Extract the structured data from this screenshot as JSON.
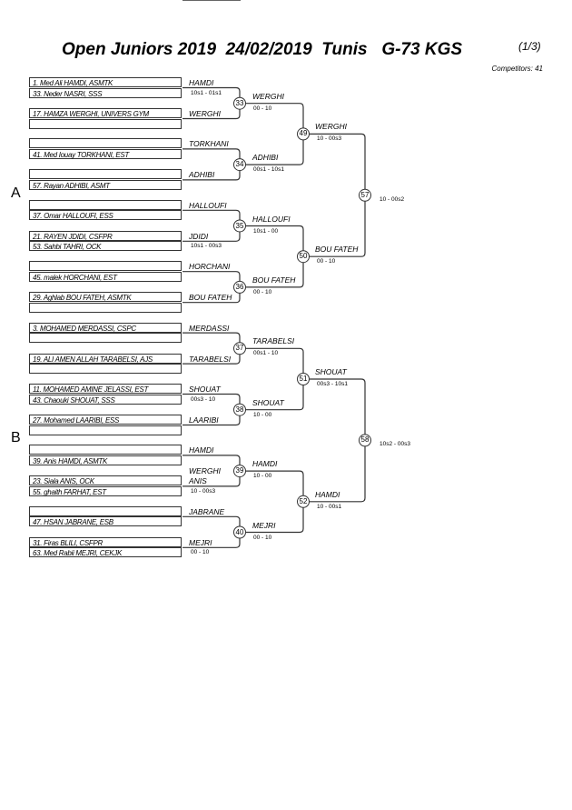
{
  "header": {
    "title": "Open Juniors 2019  24/02/2019  Tunis   G-73 KGS",
    "page": "(1/3)",
    "competitors": "Competitors: 41"
  },
  "pools": [
    "A",
    "B"
  ],
  "round1": [
    {
      "match": "33",
      "entries": [
        {
          "rows": [
            "1. Med Ali HAMDI, ASMTK",
            "33. Neder NASRI, SSS"
          ],
          "label": "HAMDI",
          "score": "10s1 - 01s1"
        },
        {
          "rows": [
            "17. HAMZA WERGHI, UNIVERS GYM",
            ""
          ],
          "label": "WERGHI",
          "score": ""
        }
      ],
      "winner": "WERGHI",
      "result": "00 - 10"
    },
    {
      "match": "34",
      "entries": [
        {
          "rows": [
            "",
            "41. Med Iouay TORKHANI, EST"
          ],
          "label": "TORKHANI",
          "score": ""
        },
        {
          "rows": [
            "",
            "57. Rayan ADHIBI, ASMT"
          ],
          "label": "ADHIBI",
          "score": ""
        }
      ],
      "winner": "ADHIBI",
      "result": "00s1 - 10s1"
    },
    {
      "match": "35",
      "entries": [
        {
          "rows": [
            "",
            "37. Omar HALLOUFI, ESS"
          ],
          "label": "HALLOUFI",
          "score": ""
        },
        {
          "rows": [
            "21. RAYEN JDIDI, CSFPR",
            "53. Sahbi TAHRI, OCK"
          ],
          "label": "JDIDI",
          "score": "10s1 - 00s3"
        }
      ],
      "winner": "HALLOUFI",
      "result": "10s1 - 00"
    },
    {
      "match": "36",
      "entries": [
        {
          "rows": [
            "",
            "45. malek HORCHANI, EST"
          ],
          "label": "HORCHANI",
          "score": ""
        },
        {
          "rows": [
            "29. Aghlab BOU FATEH, ASMTK",
            ""
          ],
          "label": "BOU FATEH",
          "score": ""
        }
      ],
      "winner": "BOU FATEH",
      "result": "00 - 10"
    },
    {
      "match": "37",
      "entries": [
        {
          "rows": [
            "3. MOHAMED MERDASSI, CSPC",
            ""
          ],
          "label": "MERDASSI",
          "score": ""
        },
        {
          "rows": [
            "19. ALI AMEN ALLAH TARABELSI, AJS",
            ""
          ],
          "label": "TARABELSI",
          "score": ""
        }
      ],
      "winner": "TARABELSI",
      "result": "00s1 - 10"
    },
    {
      "match": "38",
      "entries": [
        {
          "rows": [
            "11. MOHAMED AMINE JELASSI, EST",
            "43. Chaouki SHOUAT, SSS"
          ],
          "label": "SHOUAT",
          "score": "00s3 - 10"
        },
        {
          "rows": [
            "27. Mohamed LAARIBI, ESS",
            ""
          ],
          "label": "LAARIBI",
          "score": ""
        }
      ],
      "winner": "SHOUAT",
      "result": "10 - 00"
    },
    {
      "match": "39",
      "entries": [
        {
          "rows": [
            "",
            "39. Anis HAMDI, ASMTK"
          ],
          "label": "HAMDI",
          "score": ""
        },
        {
          "rows": [
            "23. Siala ANIS, OCK",
            "55. ghaith FARHAT, EST"
          ],
          "label": "ANIS",
          "overlay": "WERGHI",
          "score": "10 - 00s3"
        }
      ],
      "winner": "HAMDI",
      "result": "10 - 00"
    },
    {
      "match": "40",
      "entries": [
        {
          "rows": [
            "",
            "47. HSAN JABRANE, ESB"
          ],
          "label": "JABRANE",
          "score": ""
        },
        {
          "rows": [
            "31. Firas BLILI, CSFPR",
            "63. Med Rabii MEJRI, CEKJK"
          ],
          "label": "MEJRI",
          "score": "00 - 10"
        }
      ],
      "winner": "MEJRI",
      "result": "00 - 10"
    }
  ],
  "round2": [
    {
      "match": "49",
      "winner": "WERGHI",
      "result": "10 - 00s3"
    },
    {
      "match": "50",
      "winner": "BOU FATEH",
      "result": "00 - 10"
    },
    {
      "match": "51",
      "winner": "SHOUAT",
      "result": "00s3 - 10s1"
    },
    {
      "match": "52",
      "winner": "HAMDI",
      "result": "10 - 00s1"
    }
  ],
  "round3": [
    {
      "match": "57",
      "result": "10 - 00s2"
    },
    {
      "match": "58",
      "result": "10s2 - 00s3"
    }
  ]
}
